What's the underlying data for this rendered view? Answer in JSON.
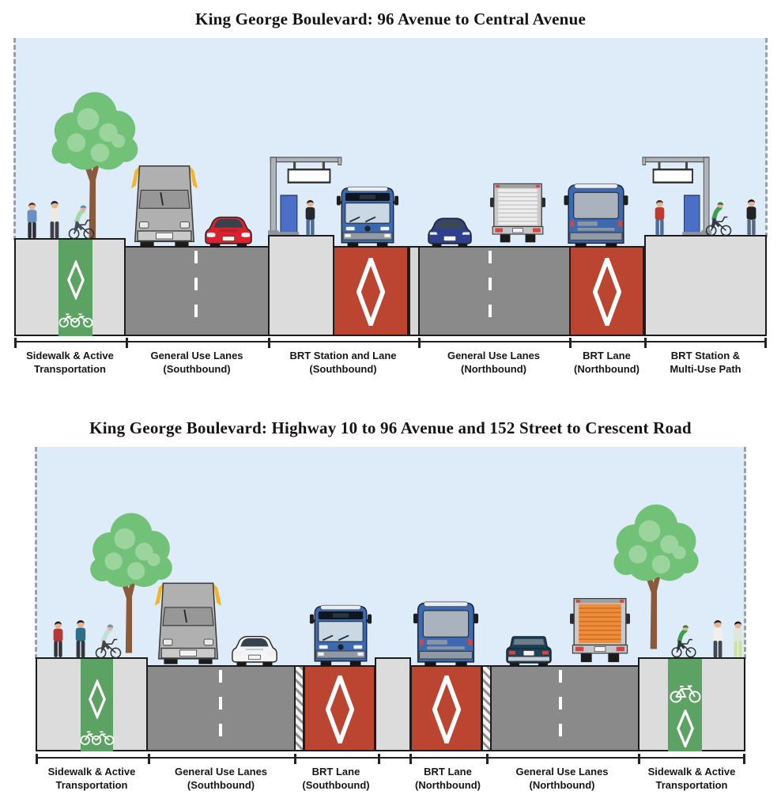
{
  "colors": {
    "sky": "#ddecf8",
    "road": "#8a8a8a",
    "sidewalk": "#dcdcdc",
    "curb": "#d6d6d6",
    "bike_green": "#5ba263",
    "brt_red": "#bc4532",
    "outline": "#1c1c1c",
    "bus_blue": "#3d69b1",
    "border_dash": "#9aa0a6"
  },
  "diagrams": [
    {
      "title": "King George Boulevard: 96 Avenue to Central Avenue",
      "lanes": [
        {
          "line1": "Sidewalk & Active",
          "line2": "Transportation"
        },
        {
          "line1": "General Use Lanes",
          "line2": "(Southbound)"
        },
        {
          "line1": "BRT Station and Lane",
          "line2": "(Southbound)"
        },
        {
          "line1": "General Use Lanes",
          "line2": "(Northbound)"
        },
        {
          "line1": "BRT Lane",
          "line2": "(Northbound)"
        },
        {
          "line1": "BRT Station &",
          "line2": "Multi-Use Path"
        }
      ]
    },
    {
      "title": "King George Boulevard: Highway 10 to 96 Avenue and 152 Street to Crescent Road",
      "lanes": [
        {
          "line1": "Sidewalk & Active",
          "line2": "Transportation"
        },
        {
          "line1": "General Use Lanes",
          "line2": "(Southbound)"
        },
        {
          "line1": "BRT Lane",
          "line2": "(Southbound)"
        },
        {
          "line1": "BRT Lane",
          "line2": "(Northbound)"
        },
        {
          "line1": "General Use Lanes",
          "line2": "(Northbound)"
        },
        {
          "line1": "Sidewalk & Active",
          "line2": "Transportation"
        }
      ]
    }
  ]
}
